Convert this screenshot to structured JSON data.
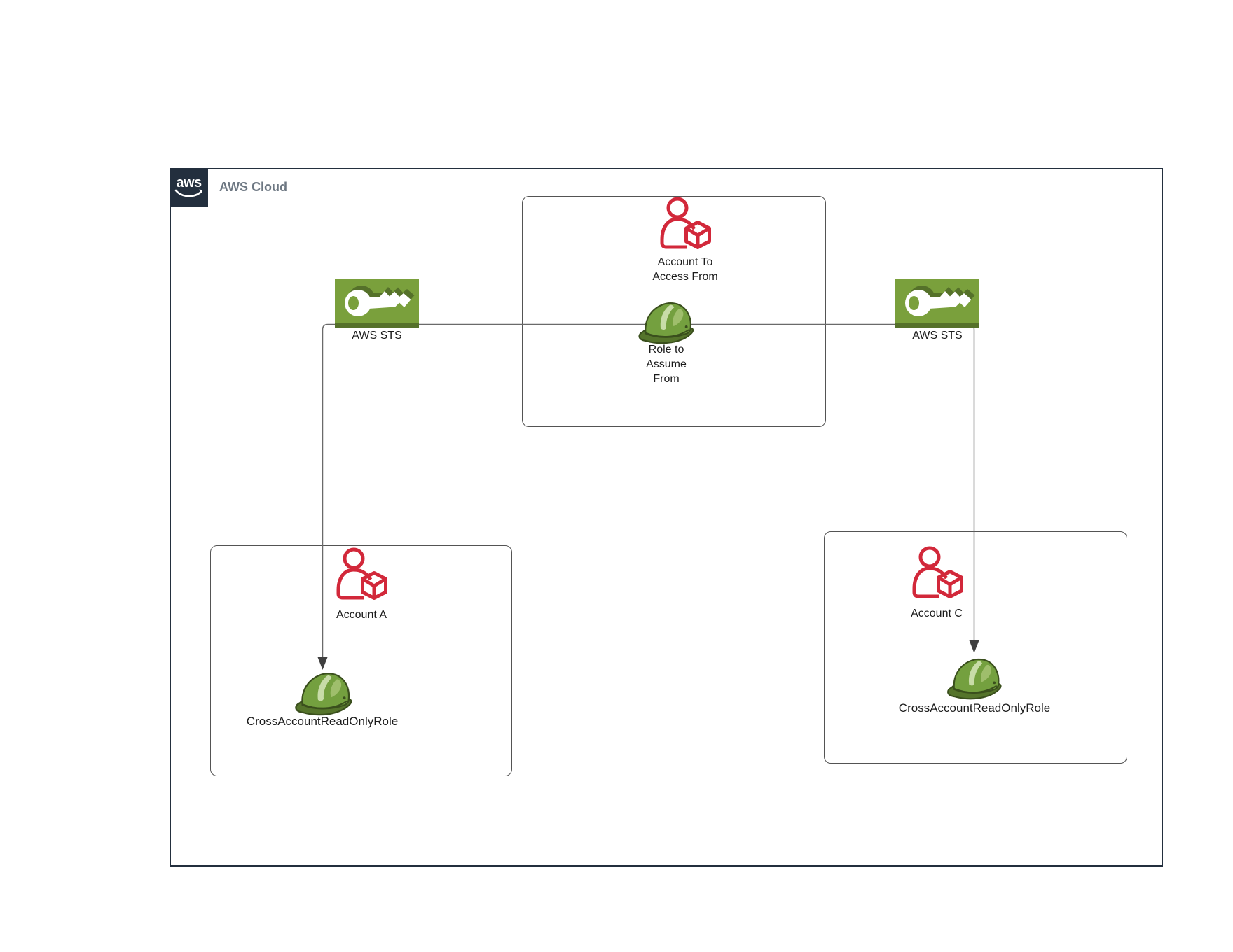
{
  "diagram": {
    "logo_text": "aws",
    "outer_label": "AWS Cloud",
    "nodes": {
      "account_to_access_from": {
        "lines": [
          "Account To",
          "Access From"
        ]
      },
      "role_to_assume_from": {
        "lines": [
          "Role to",
          "Assume",
          "From"
        ]
      },
      "sts_left": {
        "label": "AWS STS"
      },
      "sts_right": {
        "label": "AWS STS"
      },
      "account_a": {
        "label": "Account A",
        "role_label": "CrossAccountReadOnlyRole"
      },
      "account_c": {
        "label": "Account C",
        "role_label": "CrossAccountReadOnlyRole"
      }
    },
    "icons": {
      "sts": "key-icon",
      "account": "user-with-cube-icon",
      "role": "hard-hat-icon"
    },
    "colors": {
      "outer_border": "#232F3E",
      "box_border": "#545454",
      "connector": "#6a6a6a",
      "sts_green": "#7AA03C",
      "sts_green_dark": "#55712A",
      "icon_red": "#D2283A",
      "helmet_mid": "#74A03F",
      "helmet_dark": "#3A4F1D",
      "helmet_brim": "#55742B",
      "helmet_light": "#C8DCA8",
      "label_color": "#1B1B1B",
      "title_gray": "#6E7883"
    }
  }
}
